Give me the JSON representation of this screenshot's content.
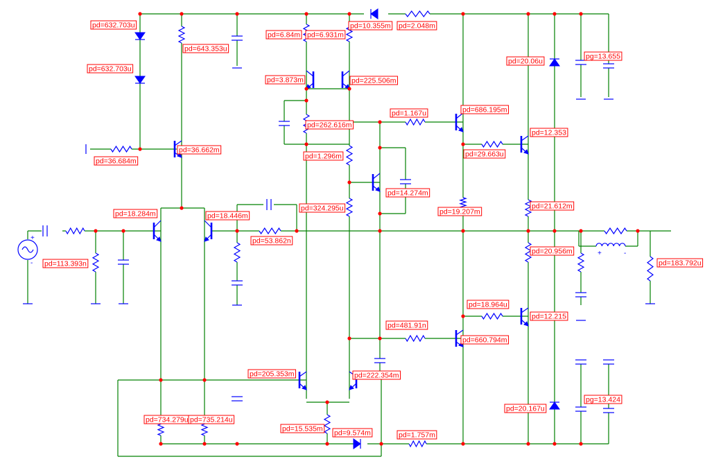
{
  "labels": [
    {
      "id": "d-top-1",
      "text": "pd=632.703u"
    },
    {
      "id": "d-top-2",
      "text": "pd=632.703u"
    },
    {
      "id": "r-top-left",
      "text": "pd=643.353u"
    },
    {
      "id": "r-bias",
      "text": "pd=36.684m"
    },
    {
      "id": "q-vas-bias",
      "text": "pd=36.662m"
    },
    {
      "id": "q-in-left",
      "text": "pd=18.284m"
    },
    {
      "id": "q-in-right",
      "text": "pd=18.446m"
    },
    {
      "id": "r-in-shunt",
      "text": "pd=113.393n"
    },
    {
      "id": "r-fb",
      "text": "pd=53.862n"
    },
    {
      "id": "r-mirror-l",
      "text": "pd=6.84m"
    },
    {
      "id": "r-mirror-r",
      "text": "pd=6.931m"
    },
    {
      "id": "d-top-3",
      "text": "pd=10.355m"
    },
    {
      "id": "r-top-3",
      "text": "pd=2.048m"
    },
    {
      "id": "q-mirror-l",
      "text": "pd=3.873m"
    },
    {
      "id": "q-mirror-r",
      "text": "pd=225.506m"
    },
    {
      "id": "r-mid-1",
      "text": "pd=262.616m"
    },
    {
      "id": "r-mid-2",
      "text": "pd=1.296m"
    },
    {
      "id": "r-mid-3",
      "text": "pd=324.295u"
    },
    {
      "id": "q-vbe",
      "text": "pd=14.274m"
    },
    {
      "id": "r-drv-top",
      "text": "pd=1.167u"
    },
    {
      "id": "q-drv-top",
      "text": "pd=686.195m"
    },
    {
      "id": "r-out-base-top",
      "text": "pd=29.663u"
    },
    {
      "id": "q-out-top",
      "text": "pd=12.353"
    },
    {
      "id": "r-drv-mid",
      "text": "pd=19.207m"
    },
    {
      "id": "r-emit-top",
      "text": "pd=21.612m"
    },
    {
      "id": "r-emit-bot",
      "text": "pd=20.956m"
    },
    {
      "id": "d-flyback-top",
      "text": "pd=20.06u"
    },
    {
      "id": "c-supply-top",
      "text": "pg=13.655"
    },
    {
      "id": "r-load",
      "text": "pd=183.792u"
    },
    {
      "id": "r-out-base-bot",
      "text": "pd=18.964u"
    },
    {
      "id": "q-out-bot",
      "text": "pd=12.215"
    },
    {
      "id": "r-drv-bot",
      "text": "pd=481.91n"
    },
    {
      "id": "q-drv-bot",
      "text": "pd=660.794m"
    },
    {
      "id": "q-ccs-l",
      "text": "pd=205.353m"
    },
    {
      "id": "q-ccs-r",
      "text": "pd=222.354m"
    },
    {
      "id": "d-flyback-bot",
      "text": "pd=20.167u"
    },
    {
      "id": "c-supply-bot",
      "text": "pg=13.424"
    },
    {
      "id": "r-tail-l",
      "text": "pd=734.279u"
    },
    {
      "id": "r-tail-r",
      "text": "pd=735.214u"
    },
    {
      "id": "r-ccs",
      "text": "pd=15.535m"
    },
    {
      "id": "d-bot",
      "text": "pd=9.574m"
    },
    {
      "id": "r-bot",
      "text": "pd=1.757m"
    }
  ],
  "source": {
    "plus": "+",
    "minus": "-"
  },
  "inductor": {
    "plus": "+",
    "minus": "-"
  }
}
